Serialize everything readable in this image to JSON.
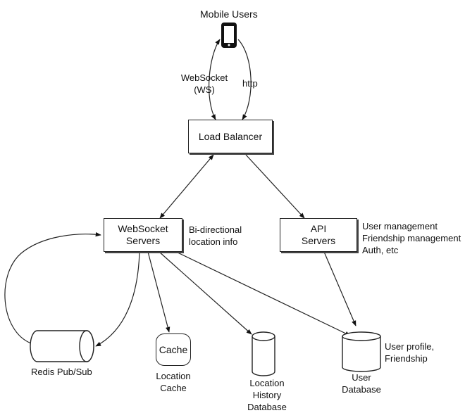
{
  "nodes": {
    "mobile_users": "Mobile Users",
    "load_balancer": "Load Balancer",
    "websocket_servers": [
      "WebSocket",
      "Servers"
    ],
    "api_servers": [
      "API",
      "Servers"
    ],
    "cache": "Cache",
    "redis": "Redis Pub/Sub",
    "location_cache": [
      "Location",
      "Cache"
    ],
    "location_history": [
      "Location",
      "History",
      "Database"
    ],
    "user_database": [
      "User",
      "Database"
    ]
  },
  "edge_labels": {
    "websocket_ws": [
      "WebSocket",
      "(WS)"
    ],
    "http": "http",
    "bidirectional": [
      "Bi-directional",
      "location info"
    ]
  },
  "notes": {
    "api_servers": [
      "User management",
      "Friendship management",
      "Auth, etc"
    ],
    "user_database": [
      "User profile,",
      "Friendship"
    ]
  },
  "icons": {
    "phone": "mobile-phone-icon",
    "database": "cylinder-database-icon"
  }
}
